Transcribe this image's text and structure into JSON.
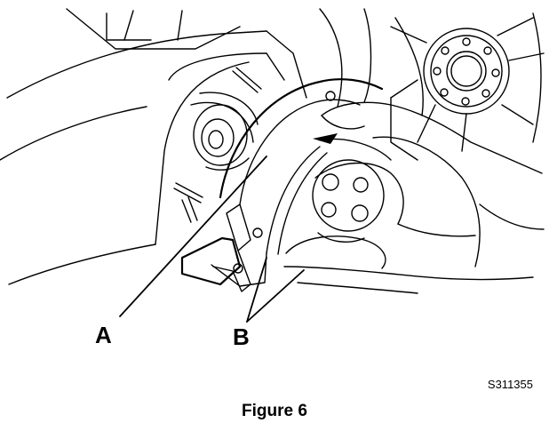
{
  "figure": {
    "callouts": {
      "a": "A",
      "b": "B"
    },
    "part_number": "S311355",
    "caption": "Figure 6"
  }
}
